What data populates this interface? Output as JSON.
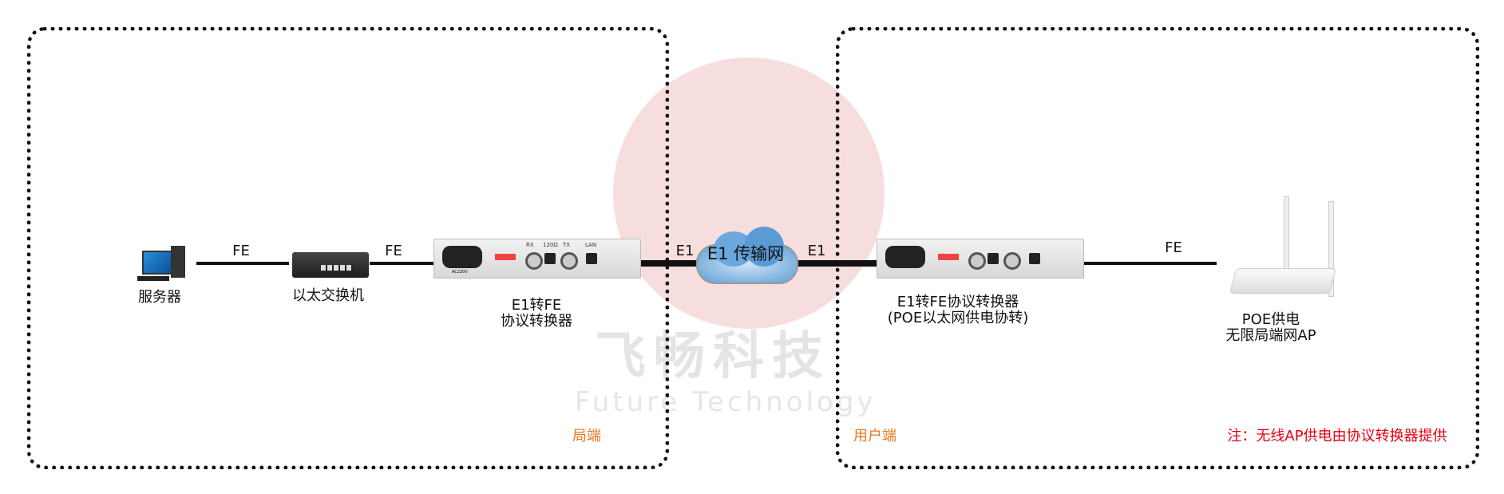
{
  "colors": {
    "zone_label": "#e87722",
    "note": "#e60012",
    "watermark": "#f7dede",
    "link": "#111111"
  },
  "watermark": {
    "brand_cn": "飞畅科技",
    "brand_en": "Future Technology"
  },
  "zones": {
    "local": "局端",
    "user": "用户端"
  },
  "nodes": {
    "server": {
      "label": "服务器",
      "icon": "computer-icon"
    },
    "switch": {
      "label": "以太交换机",
      "icon": "switch-icon"
    },
    "converter_local": {
      "line1": "E1转FE",
      "line2": "协议转换器",
      "icon": "converter-icon"
    },
    "cloud": {
      "label": "E1 传输网",
      "icon": "cloud-icon"
    },
    "converter_user": {
      "line1": "E1转FE协议转换器",
      "line2": "(POE以太网供电协转)",
      "icon": "converter-icon"
    },
    "ap": {
      "line1": "POE供电",
      "line2": "无限局端网AP",
      "icon": "wireless-router-icon"
    }
  },
  "links": {
    "server_switch": "FE",
    "switch_converter": "FE",
    "converter_cloud": "E1",
    "cloud_converter": "E1",
    "converter_ap": "FE"
  },
  "device_panel": {
    "power": "AC220V",
    "rx": "RX",
    "ohm": "120Ω",
    "tx": "TX",
    "lan": "LAN"
  },
  "note": "注：无线AP供电由协议转换器提供"
}
